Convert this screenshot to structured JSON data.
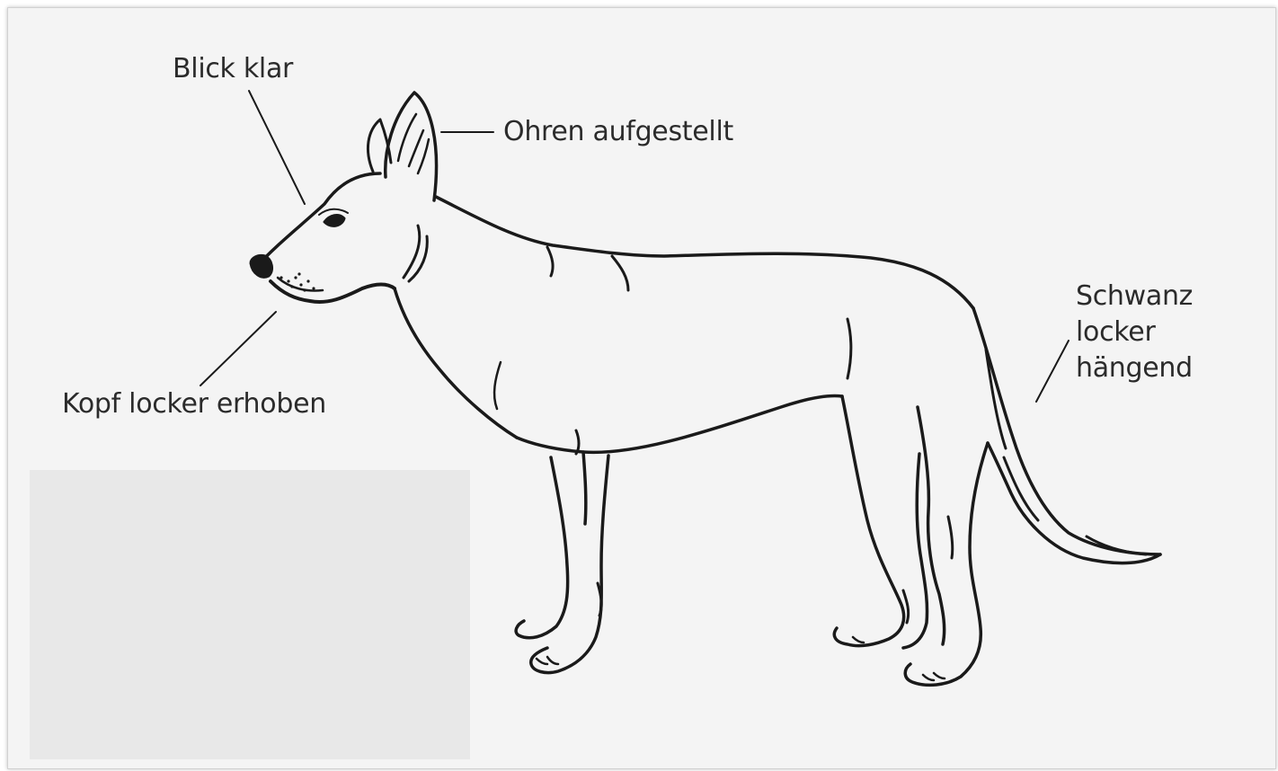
{
  "labels": {
    "eyes": "Blick klar",
    "ears": "Ohren aufgestellt",
    "head": "Kopf locker erhoben",
    "tail": [
      "Schwanz",
      "locker",
      "hängend"
    ]
  },
  "colors": {
    "background": "#f4f4f4",
    "ink": "#1a1a1a",
    "patch": "#e8e8e8"
  },
  "illustration": {
    "subject": "dog-side-view-line-drawing"
  }
}
